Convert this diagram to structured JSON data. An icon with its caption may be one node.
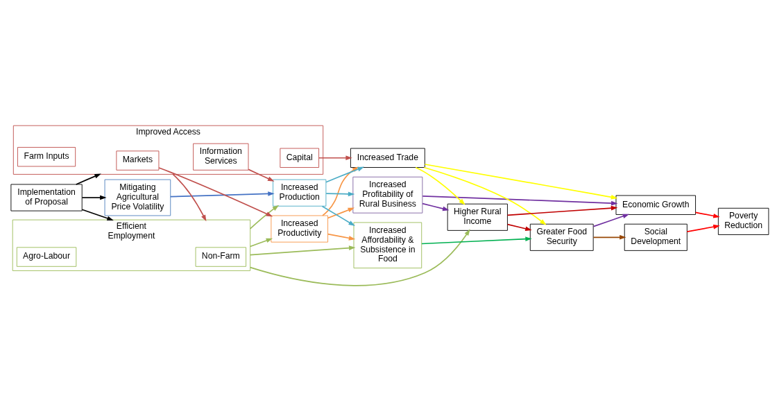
{
  "diagram": {
    "nodes": [
      {
        "text": [
          "Implementation of Proposal"
        ]
      },
      {
        "text": [
          "Mitigating Agricultural Price Volatility"
        ]
      },
      {
        "text": [
          "Efficient Employment"
        ]
      },
      {
        "text": [
          "Non-Farm"
        ],
        "in": 2
      },
      {
        "text": [
          "Agro-Labour"
        ],
        "in": 2
      },
      {
        "text": [
          "Improved Access"
        ]
      },
      {
        "text": [
          "Markets"
        ],
        "in": 5
      },
      {
        "text": [
          "Farm Inputs"
        ],
        "in": 5
      },
      {
        "text": [
          "Information Services"
        ],
        "in": 5
      },
      {
        "text": [
          "Capital"
        ],
        "in": 5
      },
      {
        "text": [
          "Increased Productivity"
        ]
      },
      {
        "text": [
          "Increased Production"
        ]
      },
      {
        "text": [
          "Increased Profitability of Rural Business"
        ]
      },
      {
        "text": [
          "Increased Affordability & Subsistence in Food"
        ]
      },
      {
        "text": [
          "Increased Trade"
        ]
      },
      {
        "text": [
          "Higher Rural Income"
        ]
      },
      {
        "text": [
          "Economic Growth"
        ]
      },
      {
        "text": [
          "Greater Food Security"
        ]
      },
      {
        "text": [
          "Poverty Reduction"
        ]
      },
      {
        "text": [
          "Social Development"
        ]
      }
    ],
    "edges": [
      {
        "from": 0,
        "to": 1,
        "arrow": "to",
        "color": "#000000"
      },
      {
        "from": 0,
        "to": 2,
        "arrow": "to",
        "color": "#000000"
      },
      {
        "from": 0,
        "to": 5,
        "arrow": "to",
        "color": "#000000"
      },
      {
        "from": 1,
        "to": 11,
        "arrow": "to",
        "color": "#4472c4"
      },
      {
        "from": 5,
        "to": 2,
        "arrow": "to",
        "color": "#c0504d"
      },
      {
        "from": 2,
        "to": 10,
        "arrow": "to",
        "color": "#9bbb59"
      },
      {
        "from": 2,
        "to": 11,
        "arrow": "to",
        "color": "#9bbb59"
      },
      {
        "from": 2,
        "to": 15,
        "arrow": "to",
        "color": "#9bbb59"
      },
      {
        "from": 2,
        "to": 13,
        "arrow": "to",
        "color": "#9bbb59"
      },
      {
        "from": 6,
        "to": 10,
        "arrow": "to",
        "color": "#c0504d"
      },
      {
        "from": 8,
        "to": 11,
        "arrow": "to",
        "color": "#c0504d"
      },
      {
        "from": 9,
        "to": 14,
        "arrow": "to",
        "color": "#c0504d"
      },
      {
        "from": 10,
        "to": 12,
        "arrow": "to",
        "color": "#f79646"
      },
      {
        "from": 10,
        "to": 13,
        "arrow": "to",
        "color": "#f79646"
      },
      {
        "from": 10,
        "to": 14,
        "arrow": "to",
        "color": "#f79646"
      },
      {
        "from": 11,
        "to": 12,
        "arrow": "to",
        "color": "#4bacc6"
      },
      {
        "from": 11,
        "to": 13,
        "arrow": "to",
        "color": "#4bacc6"
      },
      {
        "from": 11,
        "to": 14,
        "arrow": "to",
        "color": "#4bacc6"
      },
      {
        "from": 12,
        "to": 15,
        "arrow": "to",
        "color": "#7030a0"
      },
      {
        "from": 12,
        "to": 16,
        "arrow": "to",
        "color": "#7030a0"
      },
      {
        "from": 13,
        "to": 17,
        "arrow": "to",
        "color": "#00b050"
      },
      {
        "from": 14,
        "to": 15,
        "arrow": "to",
        "color": "#ffff00"
      },
      {
        "from": 14,
        "to": 16,
        "arrow": "to",
        "color": "#ffff00"
      },
      {
        "from": 14,
        "to": 17,
        "arrow": "to",
        "color": "#ffff00"
      },
      {
        "from": 15,
        "to": 16,
        "arrow": "to",
        "color": "#c00000"
      },
      {
        "from": 15,
        "to": 17,
        "arrow": "to",
        "color": "#c00000"
      },
      {
        "from": 17,
        "to": 16,
        "arrow": "to",
        "color": "#7030a0"
      },
      {
        "from": 16,
        "to": 18,
        "arrow": "to",
        "color": "#ff0000"
      },
      {
        "from": 17,
        "to": 19,
        "arrow": "to",
        "color": "#984807"
      },
      {
        "from": 19,
        "to": 18,
        "arrow": "to",
        "color": "#ff0000"
      }
    ]
  }
}
